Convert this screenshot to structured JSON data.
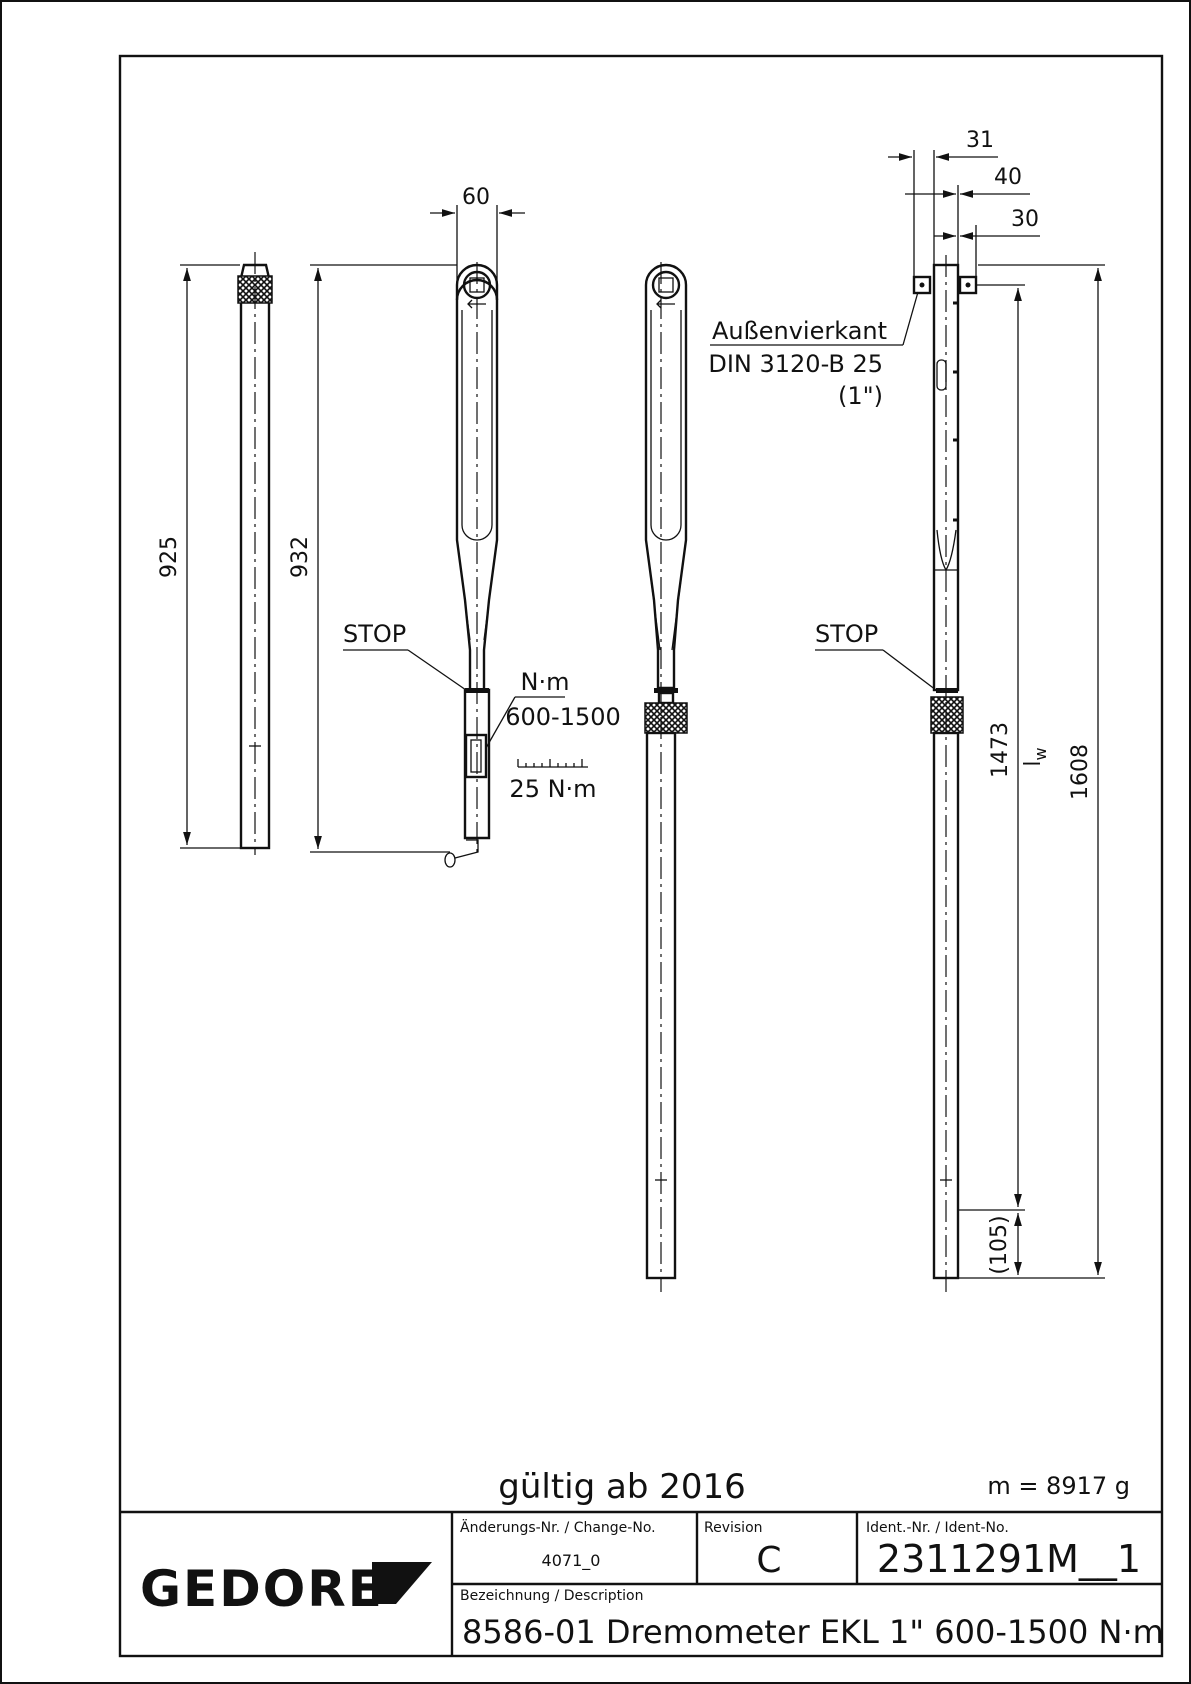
{
  "dimensions": {
    "d60": "60",
    "d925": "925",
    "d932": "932",
    "d31": "31",
    "d40": "40",
    "d30": "30",
    "d1473": "1473",
    "d1608": "1608",
    "d105": "(105)",
    "lw_main": "l",
    "lw_sub": "w"
  },
  "labels": {
    "stop_left": "STOP",
    "stop_right": "STOP",
    "unit_nm": "N·m",
    "range": "600-1500",
    "scale_step": "25 N·m",
    "square_drive_title": "Außenvierkant",
    "square_drive_spec": "DIN 3120-B 25",
    "square_drive_size": "(1\")"
  },
  "footer": {
    "valid_from": "gültig ab 2016",
    "mass": "m = 8917 g",
    "logo": "GEDORE",
    "change_no_label": "Änderungs-Nr. / Change-No.",
    "change_no_value": "4071_0",
    "revision_label": "Revision",
    "revision_value": "C",
    "ident_label": "Ident.-Nr. / Ident-No.",
    "ident_value": "2311291M__1",
    "description_label": "Bezeichnung / Description",
    "description_value": "8586-01 Dremometer EKL 1\"  600-1500 N·m"
  }
}
